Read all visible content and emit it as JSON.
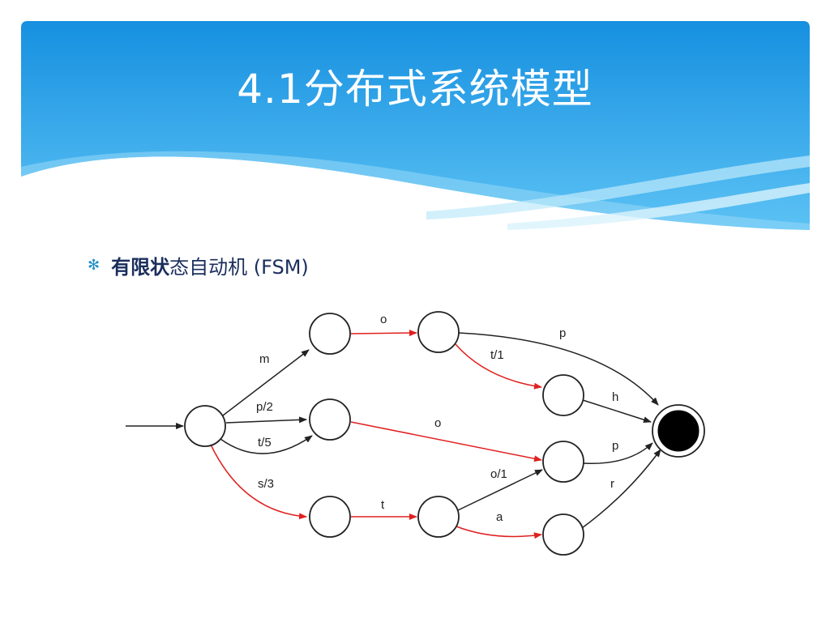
{
  "slide": {
    "title": "4.1分布式系统模型",
    "bullet_bold": "有限状",
    "bullet_rest": "态自动机 (FSM)",
    "bullet_icon": "asterisk-bullet"
  },
  "colors": {
    "header_top": "#1a8fe0",
    "header_bottom": "#6cc8f6",
    "edge_red": "#e02020",
    "edge_black": "#222222"
  },
  "diagram": {
    "edge_labels": {
      "m": "m",
      "p2": "p/2",
      "t5": "t/5",
      "s3": "s/3",
      "o_top": "o",
      "o_mid": "o",
      "t1": "t/1",
      "t_bot": "t",
      "o1": "o/1",
      "a": "a",
      "p_top": "p",
      "h": "h",
      "p_mid": "p",
      "r": "r"
    }
  }
}
